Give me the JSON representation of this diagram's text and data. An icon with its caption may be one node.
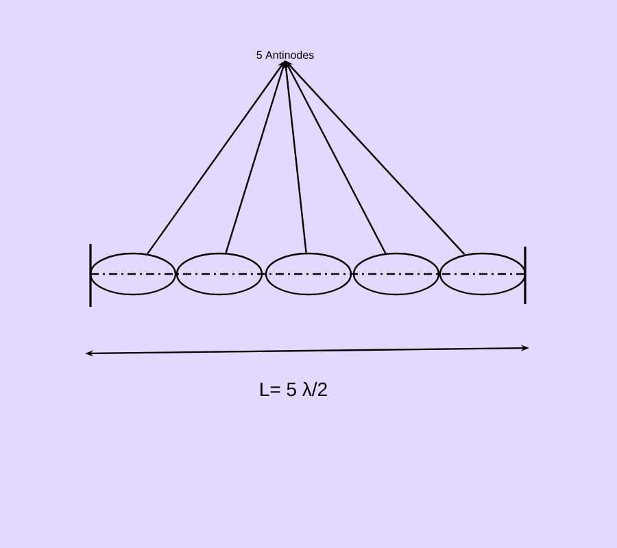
{
  "diagram": {
    "nodes": [
      {
        "text": [
          "5 Antinodes"
        ]
      },
      {
        "text": [],
        "shape": "ellipse"
      },
      {
        "text": [],
        "shape": "ellipse"
      },
      {
        "text": [],
        "shape": "ellipse"
      },
      {
        "text": [],
        "shape": "ellipse"
      },
      {
        "text": [],
        "shape": "ellipse"
      }
    ],
    "edges": [
      {
        "from": 1,
        "to": 0,
        "arrow": "to"
      },
      {
        "from": 2,
        "to": 0,
        "arrow": "to"
      },
      {
        "from": 3,
        "to": 0,
        "arrow": "to"
      },
      {
        "from": 4,
        "to": 0,
        "arrow": "to"
      },
      {
        "from": 5,
        "to": 0,
        "arrow": "to"
      }
    ],
    "labels": [
      "L= 5 λ/2"
    ]
  }
}
